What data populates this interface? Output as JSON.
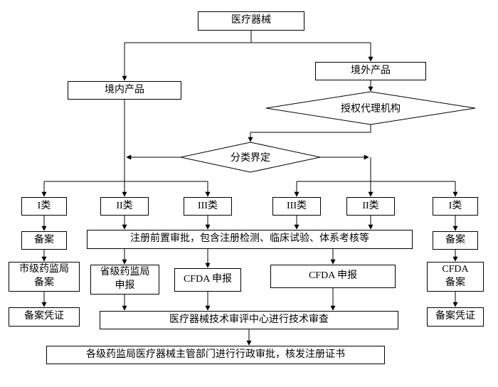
{
  "nodes": {
    "root": {
      "label": "医疗器械"
    },
    "domestic": {
      "label": "境内产品"
    },
    "overseas": {
      "label": "境外产品"
    },
    "agent": {
      "label": "授权代理机构"
    },
    "classification": {
      "label": "分类界定"
    },
    "class1_left": {
      "label": "I类"
    },
    "class2_left": {
      "label": "II类"
    },
    "class3_left": {
      "label": "III类"
    },
    "class3_right": {
      "label": "III类"
    },
    "class2_right": {
      "label": "II类"
    },
    "class1_right": {
      "label": "I类"
    },
    "filing_left": {
      "label": "备案"
    },
    "pre_approval": {
      "label": "注册前置审批，包含注册检测、临床试验、体系考核等"
    },
    "filing_right": {
      "label": "备案"
    },
    "municipal_filing": {
      "label": "市级药监局\n备案"
    },
    "provincial_apply": {
      "label": "省级药监局\n申报"
    },
    "cfda_apply_left": {
      "label": "CFDA 申报"
    },
    "cfda_apply_right": {
      "label": "CFDA 申报"
    },
    "cfda_filing": {
      "label": "CFDA\n备案"
    },
    "cert_left": {
      "label": "备案凭证"
    },
    "tech_review": {
      "label": "医疗器械技术审评中心进行技术审查"
    },
    "cert_right": {
      "label": "备案凭证"
    },
    "admin_approval": {
      "label": "各级药监局医疗器械主管部门进行行政审批，核发注册证书"
    }
  },
  "edges": [
    [
      "root",
      "domestic"
    ],
    [
      "root",
      "overseas"
    ],
    [
      "overseas",
      "agent"
    ],
    [
      "agent",
      "classification"
    ],
    [
      "domestic",
      "classification"
    ],
    [
      "classification",
      "class1_left"
    ],
    [
      "classification",
      "class2_left"
    ],
    [
      "classification",
      "class3_left"
    ],
    [
      "classification",
      "class3_right"
    ],
    [
      "classification",
      "class2_right"
    ],
    [
      "classification",
      "class1_right"
    ],
    [
      "class1_left",
      "filing_left"
    ],
    [
      "class2_left",
      "pre_approval"
    ],
    [
      "class3_left",
      "pre_approval"
    ],
    [
      "class3_right",
      "pre_approval"
    ],
    [
      "class2_right",
      "pre_approval"
    ],
    [
      "class1_right",
      "filing_right"
    ],
    [
      "filing_left",
      "municipal_filing"
    ],
    [
      "pre_approval",
      "provincial_apply"
    ],
    [
      "pre_approval",
      "cfda_apply_left"
    ],
    [
      "pre_approval",
      "cfda_apply_right"
    ],
    [
      "filing_right",
      "cfda_filing"
    ],
    [
      "municipal_filing",
      "cert_left"
    ],
    [
      "provincial_apply",
      "tech_review"
    ],
    [
      "cfda_apply_left",
      "tech_review"
    ],
    [
      "cfda_apply_right",
      "tech_review"
    ],
    [
      "cfda_filing",
      "cert_right"
    ],
    [
      "tech_review",
      "admin_approval"
    ]
  ],
  "style": {
    "line_color": "#000000",
    "box_background": "#ffffff"
  }
}
